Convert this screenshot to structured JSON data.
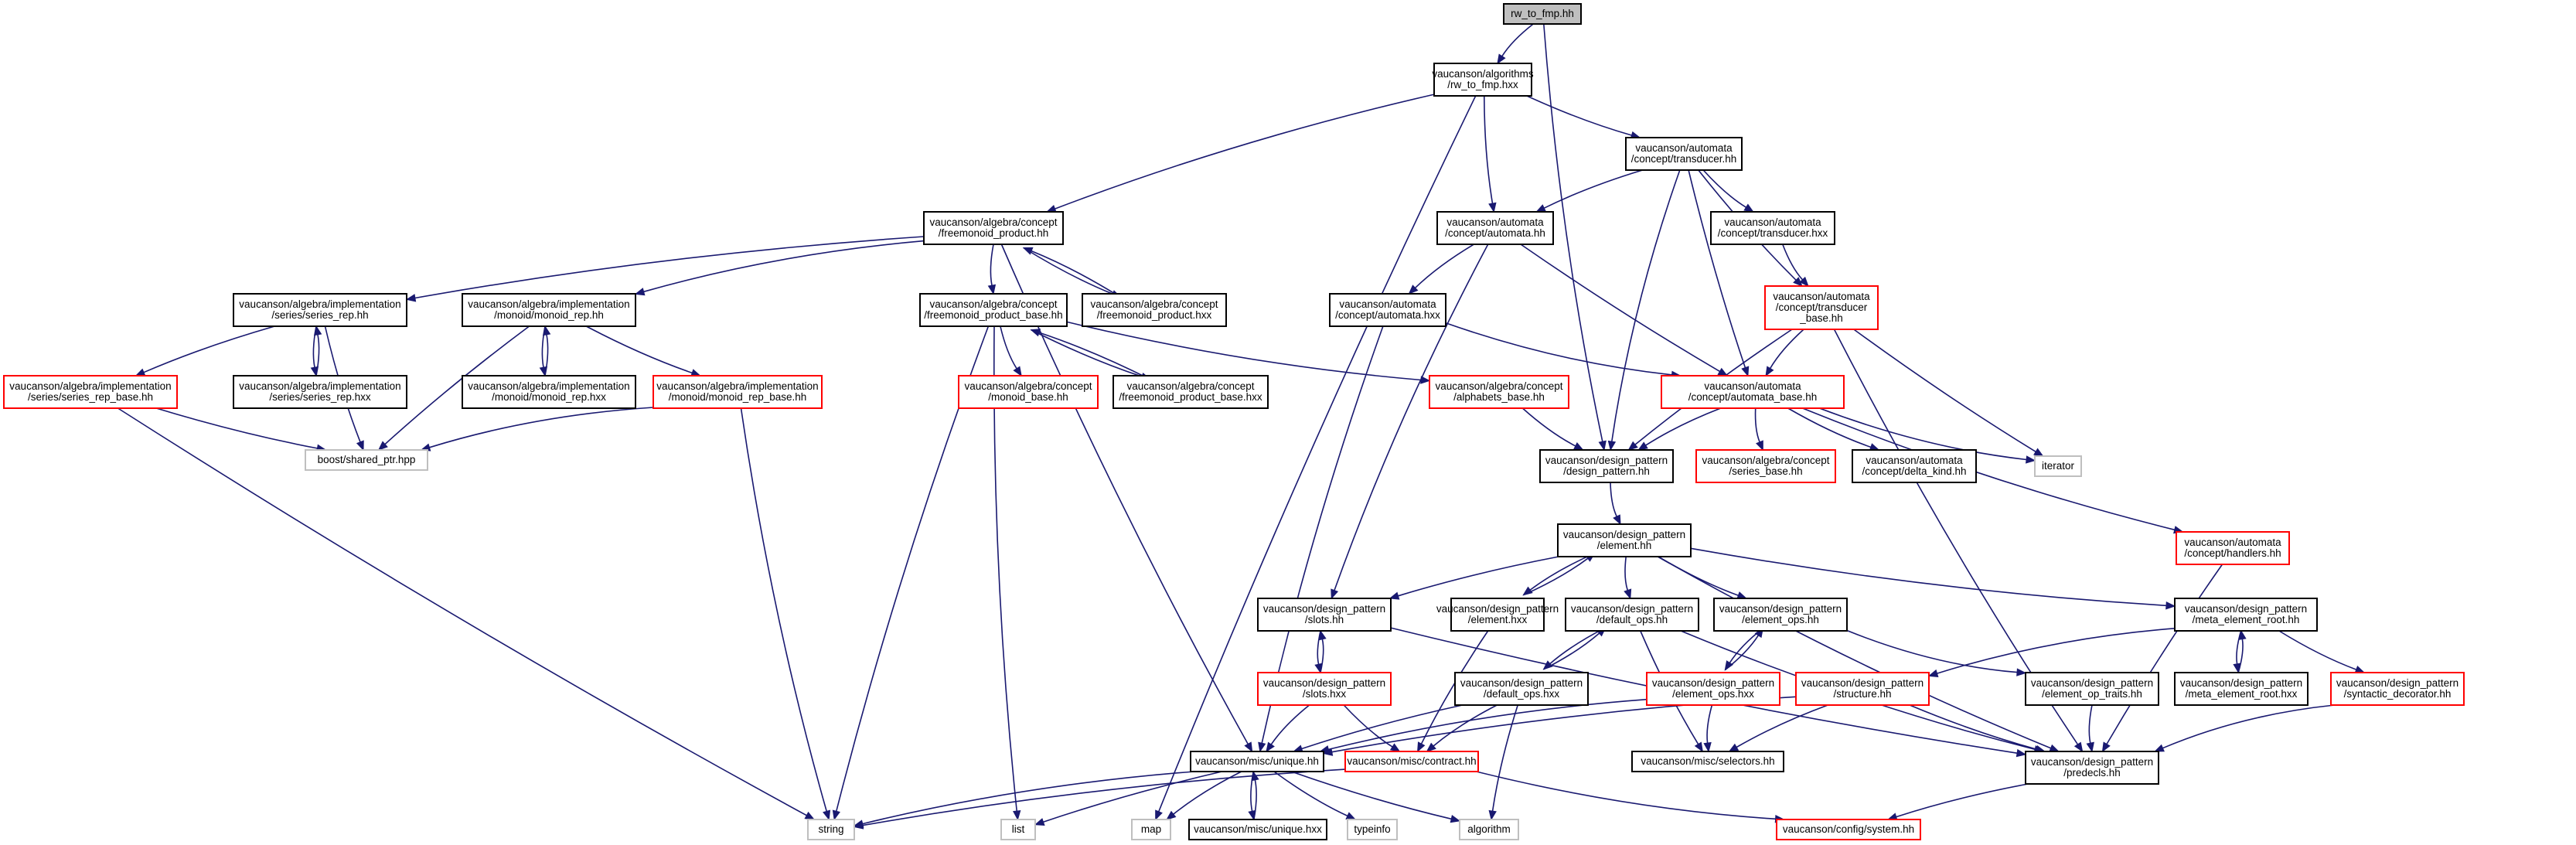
{
  "graph": {
    "title": "",
    "colors": {
      "edge": "#191970",
      "root_fill": "#bfbfbf",
      "node_fill": "#ffffff",
      "documented_border": "#000000",
      "undocumented_border": "#ff0000",
      "external_border": "#bfbfbf"
    },
    "nodes": [
      {
        "id": "rw_to_fmp_hh",
        "kind": "root",
        "lines": [
          "rw_to_fmp.hh"
        ]
      },
      {
        "id": "rw_to_fmp_hxx",
        "kind": "documented",
        "lines": [
          "vaucanson/algorithms",
          "/rw_to_fmp.hxx"
        ]
      },
      {
        "id": "transducer_hh",
        "kind": "documented",
        "lines": [
          "vaucanson/automata",
          "/concept/transducer.hh"
        ]
      },
      {
        "id": "freemonoid_product_hh",
        "kind": "documented",
        "lines": [
          "vaucanson/algebra/concept",
          "/freemonoid_product.hh"
        ]
      },
      {
        "id": "automata_hh",
        "kind": "documented",
        "lines": [
          "vaucanson/automata",
          "/concept/automata.hh"
        ]
      },
      {
        "id": "transducer_hxx",
        "kind": "documented",
        "lines": [
          "vaucanson/automata",
          "/concept/transducer.hxx"
        ]
      },
      {
        "id": "transducer_base_hh",
        "kind": "undocumented",
        "lines": [
          "vaucanson/automata",
          "/concept/transducer",
          "_base.hh"
        ]
      },
      {
        "id": "series_rep_hh",
        "kind": "documented",
        "lines": [
          "vaucanson/algebra/implementation",
          "/series/series_rep.hh"
        ]
      },
      {
        "id": "monoid_rep_hh",
        "kind": "documented",
        "lines": [
          "vaucanson/algebra/implementation",
          "/monoid/monoid_rep.hh"
        ]
      },
      {
        "id": "freemonoid_product_base_hh",
        "kind": "documented",
        "lines": [
          "vaucanson/algebra/concept",
          "/freemonoid_product_base.hh"
        ]
      },
      {
        "id": "freemonoid_product_hxx",
        "kind": "documented",
        "lines": [
          "vaucanson/algebra/concept",
          "/freemonoid_product.hxx"
        ]
      },
      {
        "id": "automata_hxx",
        "kind": "documented",
        "lines": [
          "vaucanson/automata",
          "/concept/automata.hxx"
        ]
      },
      {
        "id": "series_rep_base_hh",
        "kind": "undocumented",
        "lines": [
          "vaucanson/algebra/implementation",
          "/series/series_rep_base.hh"
        ]
      },
      {
        "id": "series_rep_hxx",
        "kind": "documented",
        "lines": [
          "vaucanson/algebra/implementation",
          "/series/series_rep.hxx"
        ]
      },
      {
        "id": "monoid_rep_hxx",
        "kind": "documented",
        "lines": [
          "vaucanson/algebra/implementation",
          "/monoid/monoid_rep.hxx"
        ]
      },
      {
        "id": "monoid_rep_base_hh",
        "kind": "undocumented",
        "lines": [
          "vaucanson/algebra/implementation",
          "/monoid/monoid_rep_base.hh"
        ]
      },
      {
        "id": "monoid_base_hh",
        "kind": "undocumented",
        "lines": [
          "vaucanson/algebra/concept",
          "/monoid_base.hh"
        ]
      },
      {
        "id": "freemonoid_product_base_hxx",
        "kind": "documented",
        "lines": [
          "vaucanson/algebra/concept",
          "/freemonoid_product_base.hxx"
        ]
      },
      {
        "id": "alphabets_base_hh",
        "kind": "undocumented",
        "lines": [
          "vaucanson/algebra/concept",
          "/alphabets_base.hh"
        ]
      },
      {
        "id": "automata_base_hh",
        "kind": "undocumented",
        "lines": [
          "vaucanson/automata",
          "/concept/automata_base.hh"
        ]
      },
      {
        "id": "shared_ptr_hpp",
        "kind": "external",
        "lines": [
          "boost/shared_ptr.hpp"
        ]
      },
      {
        "id": "design_pattern_hh",
        "kind": "documented",
        "lines": [
          "vaucanson/design_pattern",
          "/design_pattern.hh"
        ]
      },
      {
        "id": "series_base_hh",
        "kind": "undocumented",
        "lines": [
          "vaucanson/algebra/concept",
          "/series_base.hh"
        ]
      },
      {
        "id": "delta_kind_hh",
        "kind": "documented",
        "lines": [
          "vaucanson/automata",
          "/concept/delta_kind.hh"
        ]
      },
      {
        "id": "iterator",
        "kind": "external",
        "lines": [
          "iterator"
        ]
      },
      {
        "id": "element_hh",
        "kind": "documented",
        "lines": [
          "vaucanson/design_pattern",
          "/element.hh"
        ]
      },
      {
        "id": "handlers_hh",
        "kind": "undocumented",
        "lines": [
          "vaucanson/automata",
          "/concept/handlers.hh"
        ]
      },
      {
        "id": "slots_hh",
        "kind": "documented",
        "lines": [
          "vaucanson/design_pattern",
          "/slots.hh"
        ]
      },
      {
        "id": "element_hxx",
        "kind": "documented",
        "lines": [
          "vaucanson/design_pattern",
          "/element.hxx"
        ]
      },
      {
        "id": "default_ops_hh",
        "kind": "documented",
        "lines": [
          "vaucanson/design_pattern",
          "/default_ops.hh"
        ]
      },
      {
        "id": "element_ops_hh",
        "kind": "documented",
        "lines": [
          "vaucanson/design_pattern",
          "/element_ops.hh"
        ]
      },
      {
        "id": "meta_element_root_hh",
        "kind": "documented",
        "lines": [
          "vaucanson/design_pattern",
          "/meta_element_root.hh"
        ]
      },
      {
        "id": "slots_hxx",
        "kind": "undocumented",
        "lines": [
          "vaucanson/design_pattern",
          "/slots.hxx"
        ]
      },
      {
        "id": "default_ops_hxx",
        "kind": "documented",
        "lines": [
          "vaucanson/design_pattern",
          "/default_ops.hxx"
        ]
      },
      {
        "id": "element_ops_hxx",
        "kind": "undocumented",
        "lines": [
          "vaucanson/design_pattern",
          "/element_ops.hxx"
        ]
      },
      {
        "id": "structure_hh",
        "kind": "undocumented",
        "lines": [
          "vaucanson/design_pattern",
          "/structure.hh"
        ]
      },
      {
        "id": "element_op_traits_hh",
        "kind": "documented",
        "lines": [
          "vaucanson/design_pattern",
          "/element_op_traits.hh"
        ]
      },
      {
        "id": "meta_element_root_hxx",
        "kind": "documented",
        "lines": [
          "vaucanson/design_pattern",
          "/meta_element_root.hxx"
        ]
      },
      {
        "id": "syntactic_decorator_hh",
        "kind": "undocumented",
        "lines": [
          "vaucanson/design_pattern",
          "/syntactic_decorator.hh"
        ]
      },
      {
        "id": "unique_hh",
        "kind": "documented",
        "lines": [
          "vaucanson/misc/unique.hh"
        ]
      },
      {
        "id": "contract_hh",
        "kind": "undocumented",
        "lines": [
          "vaucanson/misc/contract.hh"
        ]
      },
      {
        "id": "selectors_hh",
        "kind": "documented",
        "lines": [
          "vaucanson/misc/selectors.hh"
        ]
      },
      {
        "id": "predecls_hh",
        "kind": "documented",
        "lines": [
          "vaucanson/design_pattern",
          "/predecls.hh"
        ]
      },
      {
        "id": "string",
        "kind": "external",
        "lines": [
          "string"
        ]
      },
      {
        "id": "list",
        "kind": "external",
        "lines": [
          "list"
        ]
      },
      {
        "id": "map",
        "kind": "external",
        "lines": [
          "map"
        ]
      },
      {
        "id": "unique_hxx",
        "kind": "documented",
        "lines": [
          "vaucanson/misc/unique.hxx"
        ]
      },
      {
        "id": "typeinfo",
        "kind": "external",
        "lines": [
          "typeinfo"
        ]
      },
      {
        "id": "algorithm",
        "kind": "external",
        "lines": [
          "algorithm"
        ]
      },
      {
        "id": "system_hh",
        "kind": "undocumented",
        "lines": [
          "vaucanson/config/system.hh"
        ]
      }
    ],
    "edges": [
      [
        "rw_to_fmp_hh",
        "rw_to_fmp_hxx"
      ],
      [
        "rw_to_fmp_hh",
        "design_pattern_hh"
      ],
      [
        "rw_to_fmp_hxx",
        "transducer_hh"
      ],
      [
        "rw_to_fmp_hxx",
        "freemonoid_product_hh"
      ],
      [
        "rw_to_fmp_hxx",
        "automata_hh"
      ],
      [
        "rw_to_fmp_hxx",
        "map"
      ],
      [
        "transducer_hh",
        "automata_hh"
      ],
      [
        "transducer_hh",
        "transducer_hxx"
      ],
      [
        "transducer_hh",
        "transducer_base_hh"
      ],
      [
        "transducer_hh",
        "design_pattern_hh"
      ],
      [
        "transducer_hh",
        "automata_base_hh"
      ],
      [
        "transducer_hxx",
        "transducer_base_hh"
      ],
      [
        "transducer_base_hh",
        "automata_base_hh"
      ],
      [
        "transducer_base_hh",
        "design_pattern_hh"
      ],
      [
        "transducer_base_hh",
        "iterator"
      ],
      [
        "transducer_base_hh",
        "predecls_hh"
      ],
      [
        "freemonoid_product_hh",
        "series_rep_hh"
      ],
      [
        "freemonoid_product_hh",
        "monoid_rep_hh"
      ],
      [
        "freemonoid_product_hh",
        "freemonoid_product_base_hh"
      ],
      [
        "freemonoid_product_hh",
        "freemonoid_product_hxx"
      ],
      [
        "freemonoid_product_hh",
        "unique_hh"
      ],
      [
        "freemonoid_product_hxx",
        "freemonoid_product_hh"
      ],
      [
        "automata_hh",
        "automata_hxx"
      ],
      [
        "automata_hh",
        "automata_base_hh"
      ],
      [
        "automata_hh",
        "slots_hh"
      ],
      [
        "automata_hxx",
        "automata_base_hh"
      ],
      [
        "automata_hxx",
        "unique_hh"
      ],
      [
        "series_rep_hh",
        "series_rep_base_hh"
      ],
      [
        "series_rep_hh",
        "series_rep_hxx"
      ],
      [
        "series_rep_hh",
        "shared_ptr_hpp"
      ],
      [
        "series_rep_hxx",
        "series_rep_hh"
      ],
      [
        "series_rep_base_hh",
        "shared_ptr_hpp"
      ],
      [
        "series_rep_base_hh",
        "string"
      ],
      [
        "monoid_rep_hh",
        "monoid_rep_hxx"
      ],
      [
        "monoid_rep_hh",
        "monoid_rep_base_hh"
      ],
      [
        "monoid_rep_hh",
        "shared_ptr_hpp"
      ],
      [
        "monoid_rep_hxx",
        "monoid_rep_hh"
      ],
      [
        "monoid_rep_base_hh",
        "shared_ptr_hpp"
      ],
      [
        "monoid_rep_base_hh",
        "string"
      ],
      [
        "freemonoid_product_base_hh",
        "monoid_base_hh"
      ],
      [
        "freemonoid_product_base_hh",
        "freemonoid_product_base_hxx"
      ],
      [
        "freemonoid_product_base_hh",
        "alphabets_base_hh"
      ],
      [
        "freemonoid_product_base_hh",
        "string"
      ],
      [
        "freemonoid_product_base_hh",
        "list"
      ],
      [
        "freemonoid_product_base_hxx",
        "freemonoid_product_base_hh"
      ],
      [
        "alphabets_base_hh",
        "design_pattern_hh"
      ],
      [
        "automata_base_hh",
        "design_pattern_hh"
      ],
      [
        "automata_base_hh",
        "series_base_hh"
      ],
      [
        "automata_base_hh",
        "delta_kind_hh"
      ],
      [
        "automata_base_hh",
        "iterator"
      ],
      [
        "automata_base_hh",
        "handlers_hh"
      ],
      [
        "handlers_hh",
        "predecls_hh"
      ],
      [
        "design_pattern_hh",
        "element_hh"
      ],
      [
        "element_hh",
        "slots_hh"
      ],
      [
        "element_hh",
        "element_hxx"
      ],
      [
        "element_hh",
        "default_ops_hh"
      ],
      [
        "element_hh",
        "element_ops_hh"
      ],
      [
        "element_hh",
        "meta_element_root_hh"
      ],
      [
        "element_hh",
        "predecls_hh"
      ],
      [
        "element_hxx",
        "element_hh"
      ],
      [
        "element_hxx",
        "contract_hh"
      ],
      [
        "slots_hh",
        "slots_hxx"
      ],
      [
        "slots_hh",
        "predecls_hh"
      ],
      [
        "slots_hxx",
        "slots_hh"
      ],
      [
        "slots_hxx",
        "unique_hh"
      ],
      [
        "slots_hxx",
        "contract_hh"
      ],
      [
        "default_ops_hh",
        "default_ops_hxx"
      ],
      [
        "default_ops_hh",
        "selectors_hh"
      ],
      [
        "default_ops_hh",
        "predecls_hh"
      ],
      [
        "default_ops_hxx",
        "default_ops_hh"
      ],
      [
        "default_ops_hxx",
        "unique_hh"
      ],
      [
        "default_ops_hxx",
        "contract_hh"
      ],
      [
        "default_ops_hxx",
        "algorithm"
      ],
      [
        "element_ops_hh",
        "element_ops_hxx"
      ],
      [
        "element_ops_hh",
        "element_op_traits_hh"
      ],
      [
        "element_ops_hxx",
        "element_ops_hh"
      ],
      [
        "element_ops_hxx",
        "unique_hh"
      ],
      [
        "element_ops_hxx",
        "selectors_hh"
      ],
      [
        "element_op_traits_hh",
        "predecls_hh"
      ],
      [
        "meta_element_root_hh",
        "structure_hh"
      ],
      [
        "meta_element_root_hh",
        "meta_element_root_hxx"
      ],
      [
        "meta_element_root_hh",
        "syntactic_decorator_hh"
      ],
      [
        "meta_element_root_hxx",
        "meta_element_root_hh"
      ],
      [
        "syntactic_decorator_hh",
        "predecls_hh"
      ],
      [
        "structure_hh",
        "unique_hh"
      ],
      [
        "structure_hh",
        "selectors_hh"
      ],
      [
        "structure_hh",
        "predecls_hh"
      ],
      [
        "unique_hh",
        "string"
      ],
      [
        "unique_hh",
        "list"
      ],
      [
        "unique_hh",
        "map"
      ],
      [
        "unique_hh",
        "unique_hxx"
      ],
      [
        "unique_hh",
        "typeinfo"
      ],
      [
        "unique_hh",
        "algorithm"
      ],
      [
        "unique_hxx",
        "unique_hh"
      ],
      [
        "contract_hh",
        "string"
      ],
      [
        "contract_hh",
        "system_hh"
      ],
      [
        "predecls_hh",
        "system_hh"
      ]
    ]
  }
}
